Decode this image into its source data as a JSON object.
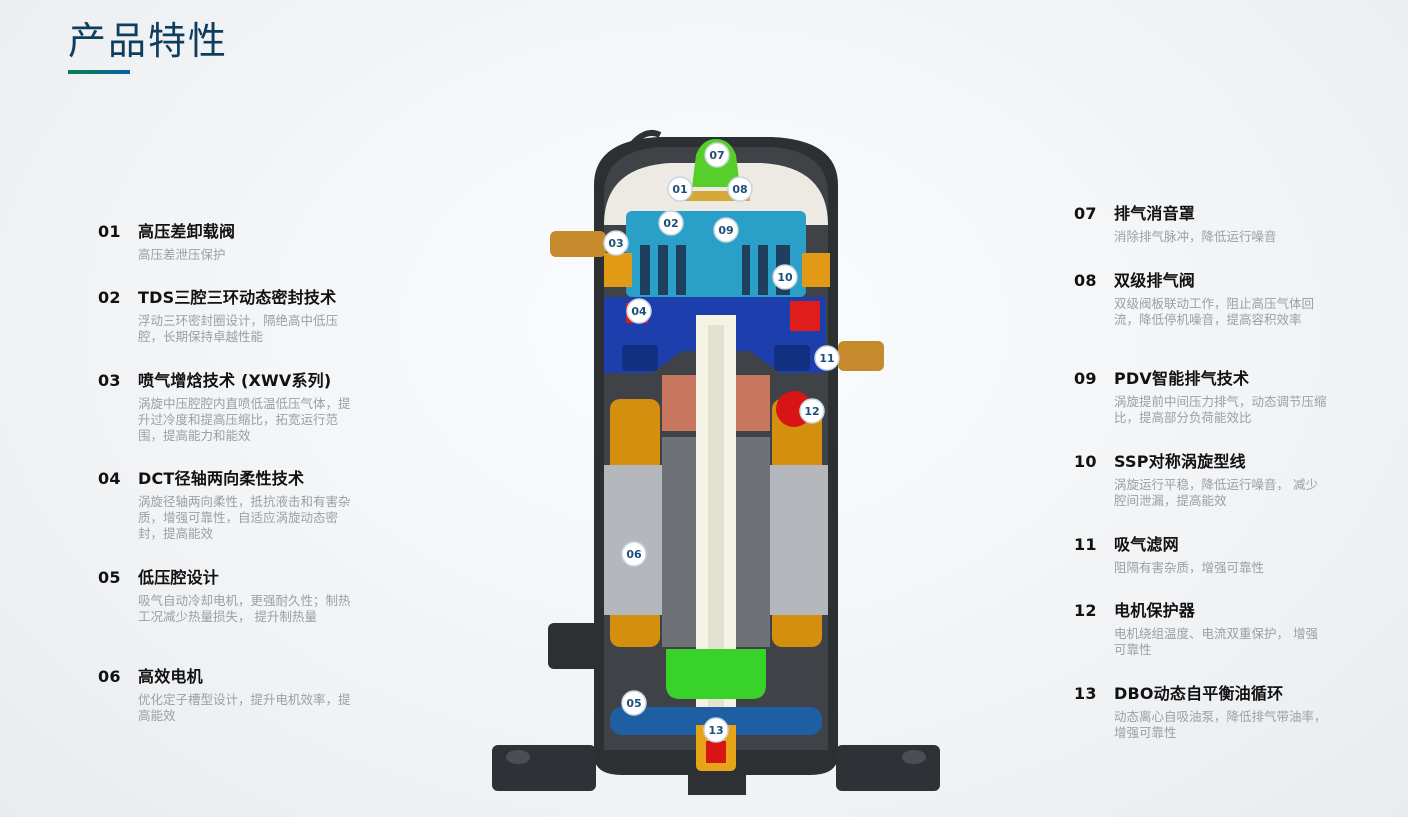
{
  "page": {
    "title": "产品特性"
  },
  "features_left": [
    {
      "num": "01",
      "title": "高压差卸载阀",
      "desc": "高压差泄压保护"
    },
    {
      "num": "02",
      "title": "TDS三腔三环动态密封技术",
      "desc": "浮动三环密封圈设计，隔绝高中低压腔，长期保持卓越性能"
    },
    {
      "num": "03",
      "title": "喷气增焓技术 (XWV系列)",
      "desc": "涡旋中压腔腔内直喷低温低压气体，提升过冷度和提高压缩比，拓宽运行范围，提高能力和能效"
    },
    {
      "num": "04",
      "title": "DCT径轴两向柔性技术",
      "desc": "涡旋径轴两向柔性，抵抗液击和有害杂质，增强可靠性，自适应涡旋动态密封，提高能效"
    },
    {
      "num": "05",
      "title": "低压腔设计",
      "desc": "吸气自动冷却电机，更强耐久性；制热工况减少热量损失， 提升制热量"
    },
    {
      "num": "06",
      "title": "高效电机",
      "desc": "优化定子槽型设计，提升电机效率，提高能效"
    }
  ],
  "features_right": [
    {
      "num": "07",
      "title": "排气消音罩",
      "desc": "消除排气脉冲，降低运行噪音"
    },
    {
      "num": "08",
      "title": "双级排气阀",
      "desc": "双级阀板联动工作，阻止高压气体回流，降低停机噪音，提高容积效率"
    },
    {
      "num": "09",
      "title": "PDV智能排气技术",
      "desc": "涡旋提前中间压力排气，动态调节压缩比，提高部分负荷能效比"
    },
    {
      "num": "10",
      "title": "SSP对称涡旋型线",
      "desc": "涡旋运行平稳，降低运行噪音， 减少腔间泄漏，提高能效"
    },
    {
      "num": "11",
      "title": "吸气滤网",
      "desc": "阻隔有害杂质，增强可靠性"
    },
    {
      "num": "12",
      "title": "电机保护器",
      "desc": "电机绕组温度、电流双重保护， 增强可靠性"
    },
    {
      "num": "13",
      "title": "DBO动态自平衡油循环",
      "desc": "动态离心自吸油泵，降低排气带油率，增强可靠性"
    }
  ],
  "badges": [
    "07",
    "01",
    "08",
    "02",
    "09",
    "03",
    "10",
    "04",
    "11",
    "12",
    "06",
    "05",
    "13"
  ],
  "colors": {
    "title": "#0f3d5e",
    "accent_green": "#0a7f4e",
    "accent_blue": "#0a5fa8",
    "desc": "#9aa0a6"
  }
}
